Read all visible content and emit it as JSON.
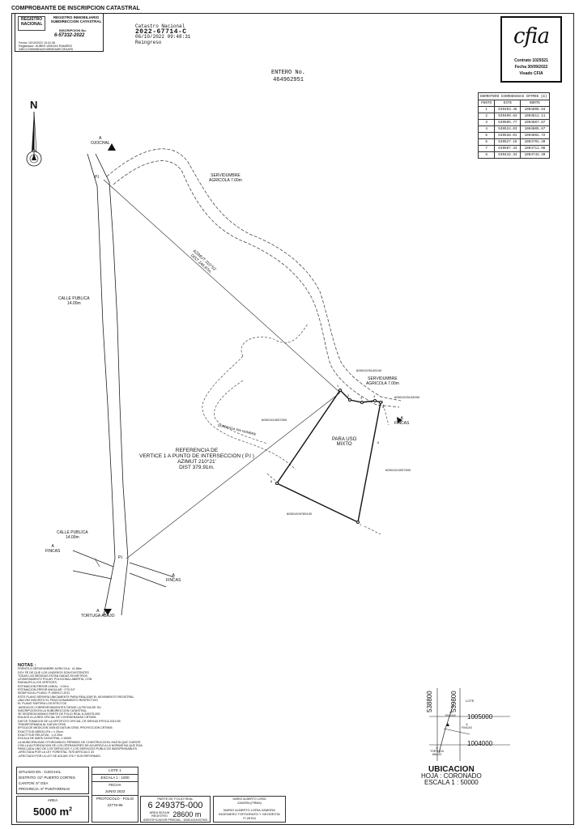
{
  "header": {
    "title": "COMPROBANTE DE INSCRIPCION CATASTRAL"
  },
  "stamp": {
    "logo_text": "REGISTRO NACIONAL",
    "org": "REGISTRO INMOBILIARIO SUBDIRECCION CATASTRAL",
    "inscription_label": "INSCRIPCION No.",
    "inscription_no": "6-57332-2022",
    "fecha": "Fecha: 10/10/2022 15:41:38",
    "registrador": "Registrador: HUBER VARGAS RAMIREZ",
    "hash": "34ECC2384D8DA2D45E5EA6EC2E4AF8"
  },
  "catastro": {
    "line1": "Catastro Nacional",
    "number": "2022-67714-C",
    "date": "06/10/2022 09:48:31",
    "type": "Reingreso"
  },
  "cfia": {
    "logo": "cfia",
    "contrato": "Contrato 1029321",
    "fecha": "Fecha 30/09/2022",
    "visado": "Visado CFIA"
  },
  "entero": {
    "label": "ENTERO  No.",
    "number": "464962951"
  },
  "coords_table": {
    "title": "DERROTERO COORDENADAS CRTM05 (m)",
    "headers": [
      "PUNTO",
      "ESTE",
      "NORTE"
    ],
    "rows": [
      [
        "1",
        "539493.45",
        "1004808.84"
      ],
      [
        "2",
        "539499.64",
        "1004811.11"
      ],
      [
        "3",
        "539505.77",
        "1004807.87"
      ],
      [
        "4",
        "539524.03",
        "1004805.67"
      ],
      [
        "5",
        "539538.01",
        "1004802.72"
      ],
      [
        "6",
        "539527.16",
        "1004791.40"
      ],
      [
        "7",
        "539507.34",
        "1004711.98"
      ],
      [
        "8",
        "539442.34",
        "1004743.49"
      ]
    ]
  },
  "plan": {
    "north": "N",
    "a_ojochal_1": "A",
    "a_ojochal_2": "OJOCHAL",
    "pi_top": "P.I",
    "servidumbre_top_1": "SERVIDUMBRE",
    "servidumbre_top_2": "AGRICOLA 7.00m",
    "azimut_top_1": "AZIMUT 310°52'",
    "azimut_top_2": "DIST 246.97m.",
    "calle_publica_1a": "CALLE PUBLICA",
    "calle_publica_1b": "14.00m",
    "plot_id_top": "60501025145100",
    "servidumbre_right_1": "SERVIDUMBRE",
    "servidumbre_right_2": "AGRICOLA 7.00m",
    "plot_id_right": "60501025145000",
    "a_fincas_right_1": "A",
    "a_fincas_right_2": "FINCAS",
    "plot_id_left": "60501024937500",
    "quebrada": "QUEBRADA SIN NOMBRE",
    "uso_1": "PARA USO",
    "uso_2": "MIXTO",
    "plot_id_far_right": "60501024937600",
    "referencia_1": "REFERENCIA DE",
    "referencia_2": "VERTICE 1 A PUNTO DE INTERSECCION ( P.I )",
    "referencia_3": "AZIMUT 210°21'",
    "referencia_4": "DIST 379.91m.",
    "plot_id_bottom": "60501009789100",
    "calle_publica_2a": "CALLE PUBLICA",
    "calle_publica_2b": "14.00m",
    "a_fincas_left_1": "A",
    "a_fincas_left_2": "FINCAS",
    "pi_bottom": "P.I",
    "a_fincas_mid_1": "A",
    "a_fincas_mid_2": "FINCAS",
    "a_tortuga_1": "A",
    "a_tortuga_2": "TORTUGA ABAJO",
    "vertex_labels": [
      "1",
      "2",
      "3",
      "4",
      "5",
      "6",
      "7",
      "8"
    ]
  },
  "notes": {
    "title": "NOTAS :",
    "lines": [
      "FRENTE A SERVIDUMBRE AGRICOLA : 41.88m",
      "DOY FE DE QUE LOS LINDEROS SON EXISTENTES",
      "TODAS LAS MEDIDAS ESTAN DADAS EN METROS",
      "LEVANTAMIENTO POLAR, POLIGONAL ABIERTA, CON",
      "RADIALES A LOS VERTICES.",
      "ESTIMACION ERROR LINEAL : 0.01m",
      "ESTIMACION ERROR ANGULAR : 0°01'10\"",
      "MODIFICA AL PLANO: P-1559317-2011",
      "ESTE PLANO SERVIRA UNICAMENTE PARA REALIZAR EL MOVIMIENTO REGISTRAL",
      "UNA VEZ INSCRITO EL FRACCIONAMIENTO RESPECTIVO",
      "EL PLANO SURTIRA LOS EFECTOS",
      "JURIDICOS CORRESPONDIENTES DESDE LA FECHA DE SU",
      "INSCRIPCION EN LA SUBDIRECCION CATASTRAL.",
      "SE SEGREGA 5000m2 PARTE DE FOLIO REAL 6-249375-000",
      "ENLACE A LA RED OFICIAL DE COORDENADAS CRTM05",
      "DATOS TOMADOS DE LA ORTOFOTO OFICIAL CR-SIRGAS EPOCA 2014.59",
      "TRANSFORMADA AL DATUM CR05.",
      "EPOCA DE MEDICION 2005.83 DATUM CR05, PROYECCION CRTM05.",
      "EXACTITUD ABSOLUTA = ± 20cm.",
      "EXACTITUD RELATIVA : =/-0.20m",
      "ESCALA DE MAPA CATASTRAL 1:10000",
      "LA MUNICIPALIDAD OTORGARA EL PERMISO DE CONSTRUCCION, HASTA QUE CUENTE",
      "CON LA AUTORIZACION DE LOS OPERADORES DE ACUERDO A LA NORMATIVA QUE RIJA",
      "PARA CADA UNO DE LOS SERVICIOS Y LOS SERVICIOS PUBLICOS INDISPENSABLES.",
      "-AFECTADA POR LA LEY FORESTAL 7575 ARTICULO 33",
      "-AFECTADO POR LA LEY DE AGUAS 276 Y SUS REFORMAS."
    ]
  },
  "location": {
    "situado": "SITUADO EN : OJOCHAL",
    "distrito": "DISTRITO: 01º PUERTO CORTES",
    "canton": "CANTON: 5º OSA",
    "provincia": "PROVINCIA: 6º PUNTARENAS"
  },
  "lote": {
    "lote": "LOTE 1",
    "escala": "ESCALA 1 : 1000",
    "fecha_label": "FECHA",
    "fecha": "JUNIO 2022",
    "protocolo_label": "PROTOCOLO - FOLIO",
    "protocolo": "22776-96"
  },
  "area": {
    "label": "AREA",
    "value": "5000 m",
    "unit_sup": "2"
  },
  "folio": {
    "label": "PARTE DE FOLIO REAL",
    "number": "6 249375-000",
    "area_label_1": "AREA SEGUN",
    "area_label_2": "REGISTRO",
    "area_value": "28600 m",
    "ident": "IDENTIFICADOR PREDIAL : 60501024937000"
  },
  "signature": {
    "signer_small_1": "MARIO ALBERTO LORIA",
    "signer_small_2": "ZAMORA (FIRMA)",
    "name": "MARIO ALBERTO LORIA ZAMORA",
    "title": "INGENIERO TOPOGRAFO Y GEODESTA",
    "code": "IT-26764"
  },
  "ubicacion": {
    "coord_e1": "538800",
    "coord_e2": "539800",
    "coord_n1": "1005000",
    "coord_n2": "1004000",
    "lote": "LOTE",
    "a1": "A",
    "fincas1": "FINCAS",
    "a2": "A",
    "fincas2": "FINCAS",
    "a3": "A",
    "tortuga_1": "TORTUGA",
    "tortuga_2": "ABAJO",
    "title": "UBICACION",
    "hoja": "HOJA : CORONADO",
    "escala": "ESCALA 1 : 50000"
  }
}
